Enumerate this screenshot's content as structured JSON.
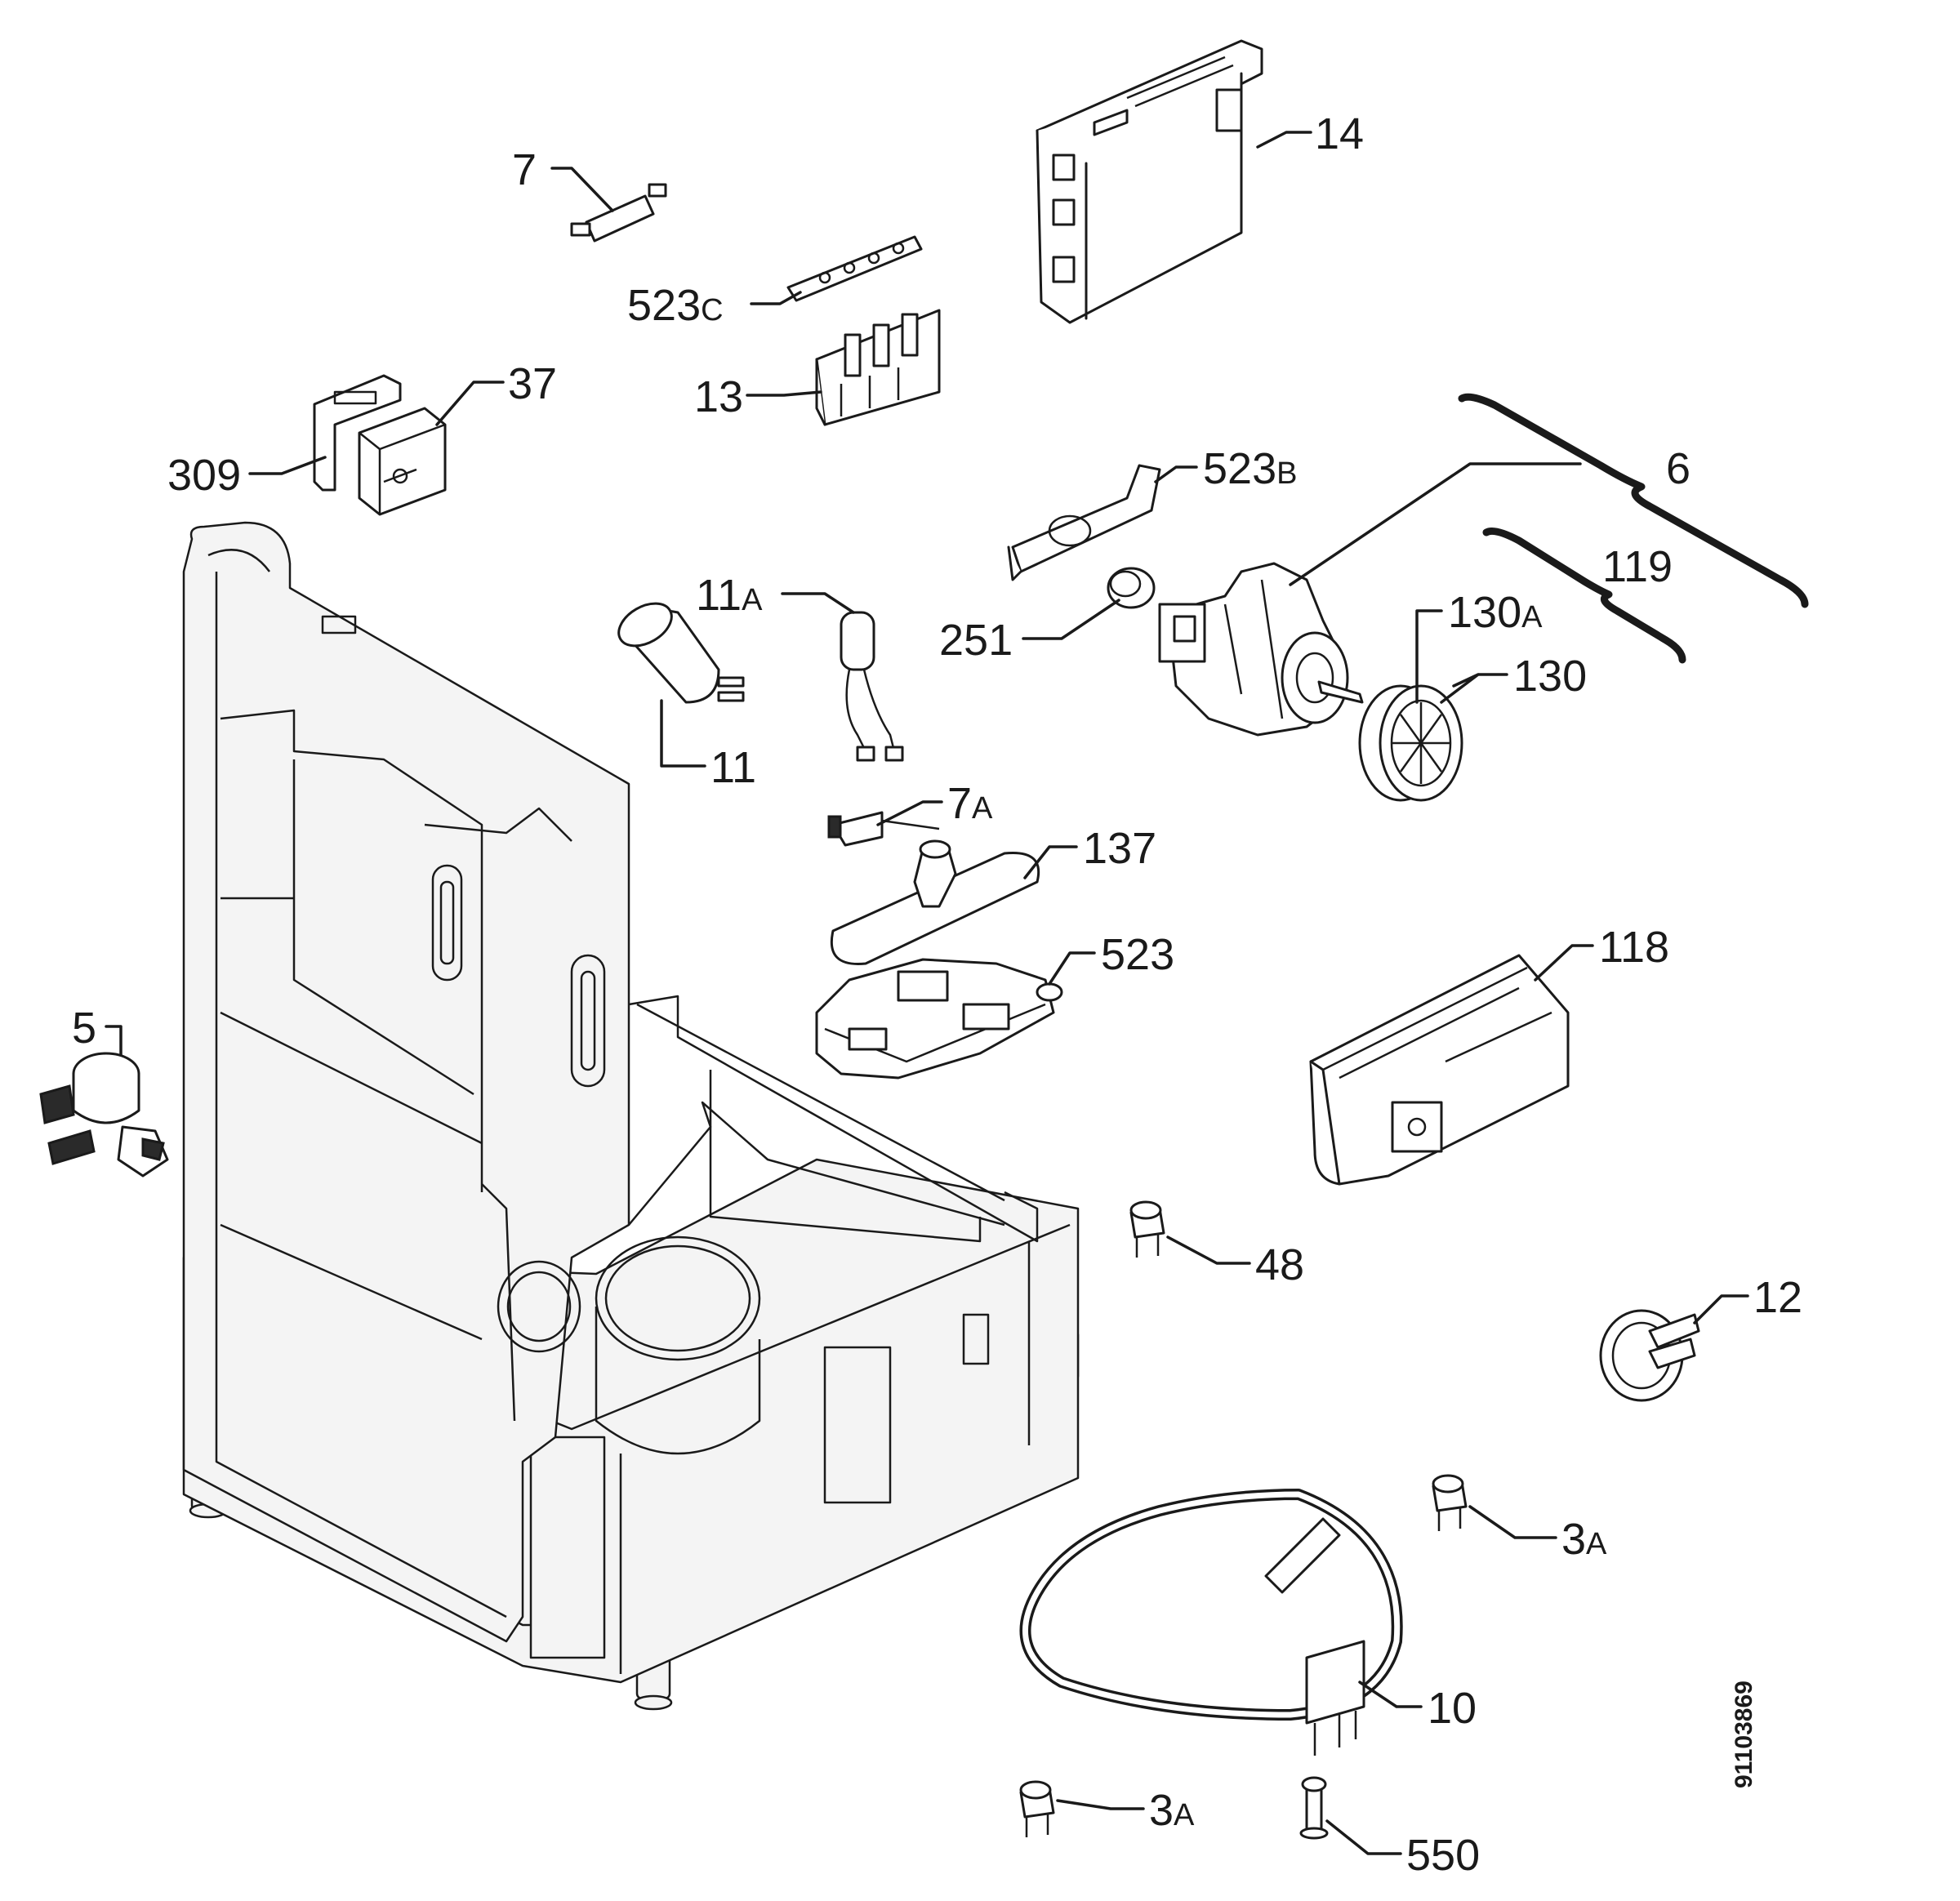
{
  "diagram": {
    "type": "exploded-parts-view",
    "document_number": "91103869",
    "callouts": [
      {
        "id": "7",
        "num": "7",
        "suffix": ""
      },
      {
        "id": "523c",
        "num": "523",
        "suffix": "C"
      },
      {
        "id": "14",
        "num": "14",
        "suffix": ""
      },
      {
        "id": "13",
        "num": "13",
        "suffix": ""
      },
      {
        "id": "37",
        "num": "37",
        "suffix": ""
      },
      {
        "id": "309",
        "num": "309",
        "suffix": ""
      },
      {
        "id": "523b",
        "num": "523",
        "suffix": "B"
      },
      {
        "id": "6",
        "num": "6",
        "suffix": ""
      },
      {
        "id": "119",
        "num": "119",
        "suffix": ""
      },
      {
        "id": "11a",
        "num": "11",
        "suffix": "A"
      },
      {
        "id": "251",
        "num": "251",
        "suffix": ""
      },
      {
        "id": "130a",
        "num": "130",
        "suffix": "A"
      },
      {
        "id": "130",
        "num": "130",
        "suffix": ""
      },
      {
        "id": "11",
        "num": "11",
        "suffix": ""
      },
      {
        "id": "7a",
        "num": "7",
        "suffix": "A"
      },
      {
        "id": "137",
        "num": "137",
        "suffix": ""
      },
      {
        "id": "523",
        "num": "523",
        "suffix": ""
      },
      {
        "id": "118",
        "num": "118",
        "suffix": ""
      },
      {
        "id": "5",
        "num": "5",
        "suffix": ""
      },
      {
        "id": "48",
        "num": "48",
        "suffix": ""
      },
      {
        "id": "12",
        "num": "12",
        "suffix": ""
      },
      {
        "id": "3a-right",
        "num": "3",
        "suffix": "A"
      },
      {
        "id": "10",
        "num": "10",
        "suffix": ""
      },
      {
        "id": "3a-bottom",
        "num": "3",
        "suffix": "A"
      },
      {
        "id": "550",
        "num": "550",
        "suffix": ""
      }
    ]
  },
  "colors": {
    "line": "#1a1a1a",
    "background": "#ffffff",
    "frame_fill": "#f4f4f4"
  }
}
